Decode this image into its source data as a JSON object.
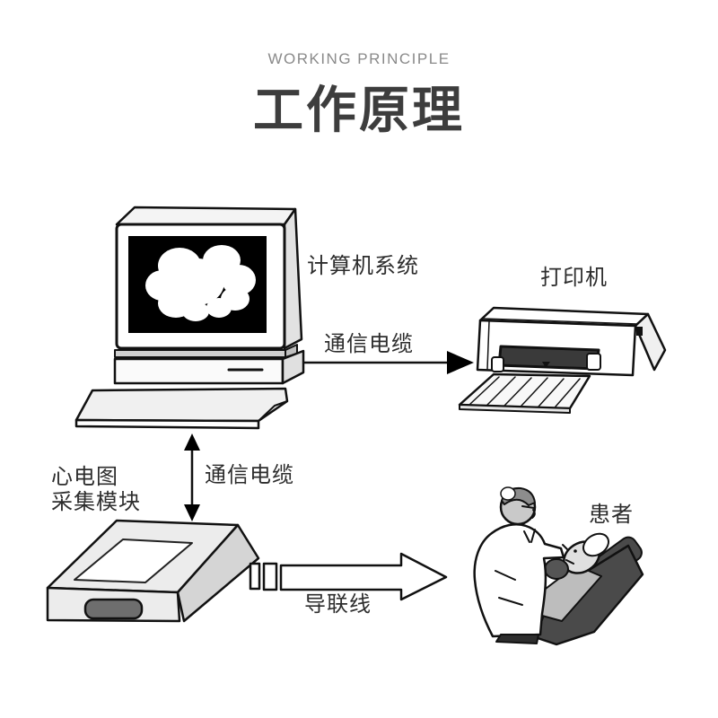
{
  "header": {
    "eyebrow": "WORKING PRINCIPLE",
    "title": "工作原理"
  },
  "diagram": {
    "nodes": {
      "computer": {
        "label": "计算机系统"
      },
      "printer": {
        "label": "打印机"
      },
      "ecg_module": {
        "label_line1": "心电图",
        "label_line2": "采集模块"
      },
      "patient": {
        "label": "患者"
      }
    },
    "connections": [
      {
        "from": "computer",
        "to": "printer",
        "label": "通信电缆",
        "type": "arrow-right"
      },
      {
        "from": "computer",
        "to": "ecg_module",
        "label": "通信电缆",
        "type": "arrow-double-vertical"
      },
      {
        "from": "ecg_module",
        "to": "patient",
        "label": "导联线",
        "type": "block-arrow-right"
      }
    ],
    "colors": {
      "ink": "#1a1a1a",
      "title": "#3d3d3d",
      "eyebrow": "#8a8a8a",
      "screen": "#000000",
      "chair": "#4a4a4a",
      "panel_light": "#ececec",
      "panel_mid": "#d5d5d5"
    }
  }
}
